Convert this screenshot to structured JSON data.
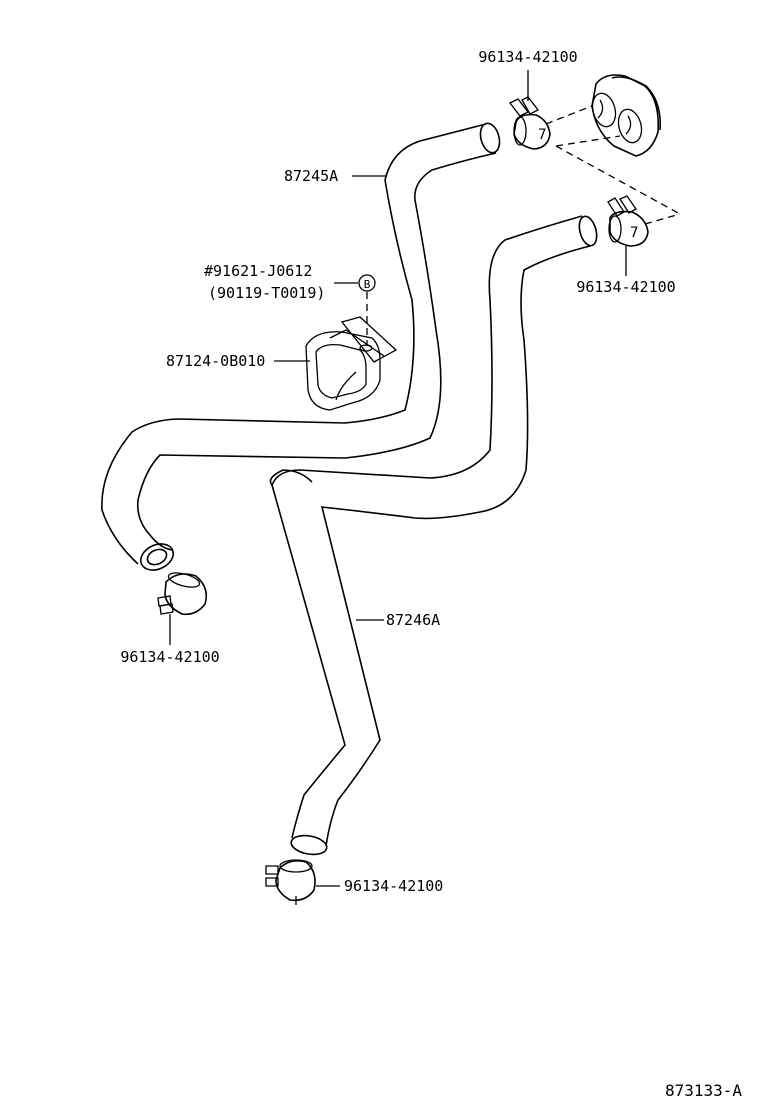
{
  "diagram": {
    "callouts": {
      "clamp_top": "96134-42100",
      "clamp_right": "96134-42100",
      "hose_upper": "87245A",
      "bolt": "#91621-J0612",
      "bolt_alt": "(90119-T0019)",
      "bracket": "87124-0B010",
      "clamp_left": "96134-42100",
      "hose_lower": "87246A",
      "clamp_bottom": "96134-42100"
    },
    "reference_marker": "B",
    "clamp_marker": "7",
    "diagram_number": "873133-A"
  }
}
